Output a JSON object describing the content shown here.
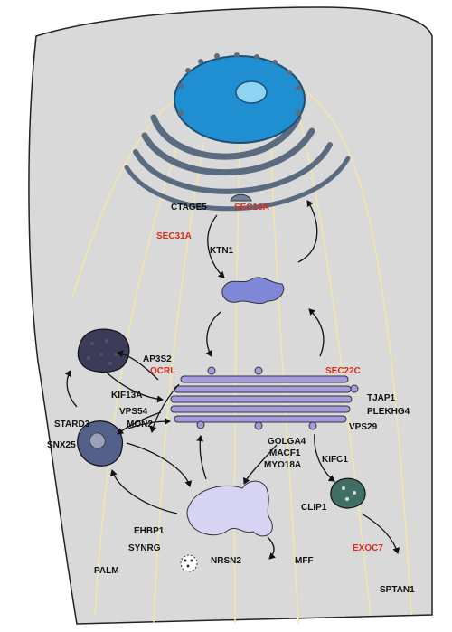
{
  "colors": {
    "cell": "#d9d9d9",
    "outline": "#222222",
    "nucleus_outer": "#1f8fd1",
    "nucleus_inner": "#8fd3f4",
    "golgi": "#5a6b80",
    "er_exit": "#6f7fa0",
    "ergic": "#7f88d8",
    "stack": "#a59ce0",
    "endosome_dark": "#3c3c5a",
    "endosome_mid": "#52608a",
    "recycling": "#d7d3f3",
    "vesicle_green": "#3f6f63",
    "microtubule": "#f3e7a6",
    "label_black": "#111111",
    "label_red": "#d62b1e"
  },
  "labels": {
    "ctage5": "CTAGE5",
    "sec16a": "SEC16A",
    "sec31a": "SEC31A",
    "ktn1": "KTN1",
    "ap3s2": "AP3S2",
    "ocrl": "OCRL",
    "sec22c": "SEC22C",
    "kif13a": "KIF13A",
    "vps54": "VPS54",
    "mon2": "MON2",
    "tjap1": "TJAP1",
    "plekhg4": "PLEKHG4",
    "vps29": "VPS29",
    "stard3": "STARD3",
    "snx25": "SNX25",
    "golga4": "GOLGA4",
    "macf1": "MACF1",
    "myo18a": "MYO18A",
    "kifc1": "KIFC1",
    "clip1": "CLIP1",
    "ehbp1": "EHBP1",
    "synrg": "SYNRG",
    "exoc7": "EXOC7",
    "palm": "PALM",
    "nrsn2": "NRSN2",
    "mff": "MFF",
    "sptan1": "SPTAN1"
  }
}
